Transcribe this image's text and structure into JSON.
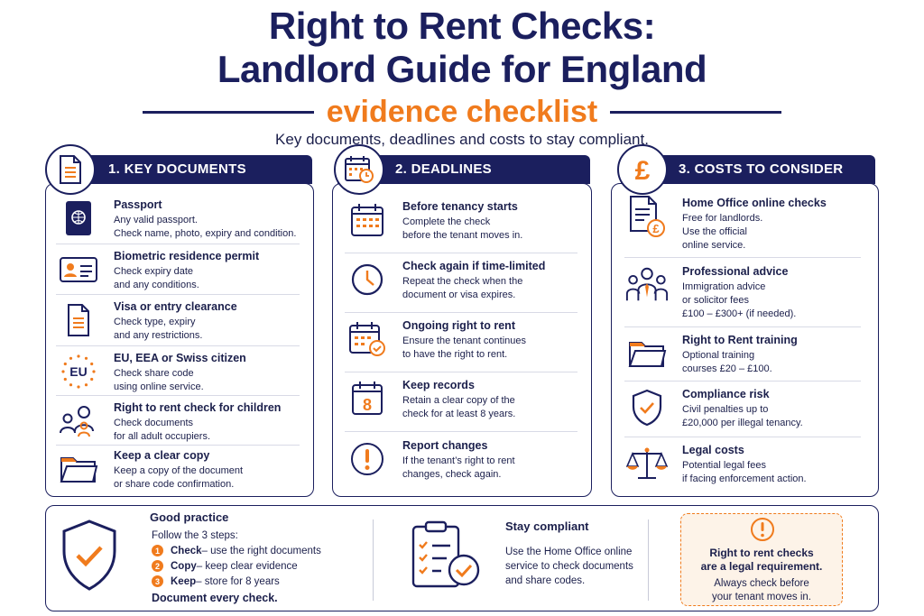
{
  "header": {
    "title_line1": "Right to Rent Checks:",
    "title_line2": "Landlord Guide for England",
    "subtitle": "evidence checklist",
    "tagline": "Key documents, deadlines and costs to stay compliant."
  },
  "colors": {
    "navy": "#1b1f5e",
    "orange": "#f07b1d"
  },
  "sections": [
    {
      "banner": "1. KEY DOCUMENTS",
      "icon": "document-icon",
      "items": [
        {
          "title": "Passport",
          "desc": "Any valid passport.\nCheck name, photo, expiry and condition.",
          "icon": "passport-icon"
        },
        {
          "title": "Biometric residence permit",
          "desc": "Check expiry date\nand any conditions.",
          "icon": "id-card-icon"
        },
        {
          "title": "Visa or entry clearance",
          "desc": "Check type, expiry\nand any restrictions.",
          "icon": "document-icon"
        },
        {
          "title": "EU, EEA or Swiss citizen",
          "desc": "Check share code\nusing online service.",
          "icon": "eu-stars-icon"
        },
        {
          "title": "Right to rent check for children",
          "desc": "Check documents\nfor all adult occupiers.",
          "icon": "family-icon"
        },
        {
          "title": "Keep a clear copy",
          "desc": "Keep a copy of the document\nor share code confirmation.",
          "icon": "folder-icon"
        }
      ]
    },
    {
      "banner": "2. DEADLINES",
      "icon": "calendar-clock-icon",
      "items": [
        {
          "title": "Before tenancy starts",
          "desc": "Complete the check\nbefore the tenant moves in.",
          "icon": "calendar-icon"
        },
        {
          "title": "Check again if time-limited",
          "desc": "Repeat the check when the\ndocument or visa expires.",
          "icon": "clock-icon"
        },
        {
          "title": "Ongoing right to rent",
          "desc": "Ensure the tenant continues\nto have the right to rent.",
          "icon": "calendar-check-icon"
        },
        {
          "title": "Keep records",
          "desc": "Retain a clear copy of the\ncheck for at least 8 years.",
          "icon": "calendar-8-icon"
        },
        {
          "title": "Report changes",
          "desc": "If the tenant’s right to rent\nchanges, check again.",
          "icon": "exclamation-icon"
        }
      ]
    },
    {
      "banner": "3. COSTS TO CONSIDER",
      "icon": "pound-icon",
      "items": [
        {
          "title": "Home Office online checks",
          "desc": "Free for landlords.\nUse the official\nonline service.",
          "icon": "document-pound-icon"
        },
        {
          "title": "Professional advice",
          "desc": "Immigration advice\nor solicitor fees\n£100 – £300+ (if needed).",
          "icon": "advisors-icon"
        },
        {
          "title": "Right to Rent training",
          "desc": "Optional training\ncourses £20 – £100.",
          "icon": "folder-icon"
        },
        {
          "title": "Compliance risk",
          "desc": "Civil penalties up to\n£20,000 per illegal tenancy.",
          "icon": "shield-check-icon"
        },
        {
          "title": "Legal costs",
          "desc": "Potential legal fees\nif facing enforcement action.",
          "icon": "scales-icon"
        }
      ]
    }
  ],
  "footer": {
    "good_practice": {
      "title": "Good practice",
      "intro": "Follow the 3 steps:",
      "steps": [
        {
          "num": "1",
          "word": "Check",
          "rest": " – use the right documents"
        },
        {
          "num": "2",
          "word": "Copy",
          "rest": " – keep clear evidence"
        },
        {
          "num": "3",
          "word": "Keep",
          "rest": " – store for 8 years"
        }
      ],
      "footnote": "Document every check."
    },
    "stay_compliant": {
      "title": "Stay compliant",
      "desc": "Use the Home Office online service to check documents and share codes."
    },
    "alert": {
      "heading": "Right to rent checks\nare a legal requirement.",
      "desc": "Always check before\nyour tenant moves in."
    }
  }
}
